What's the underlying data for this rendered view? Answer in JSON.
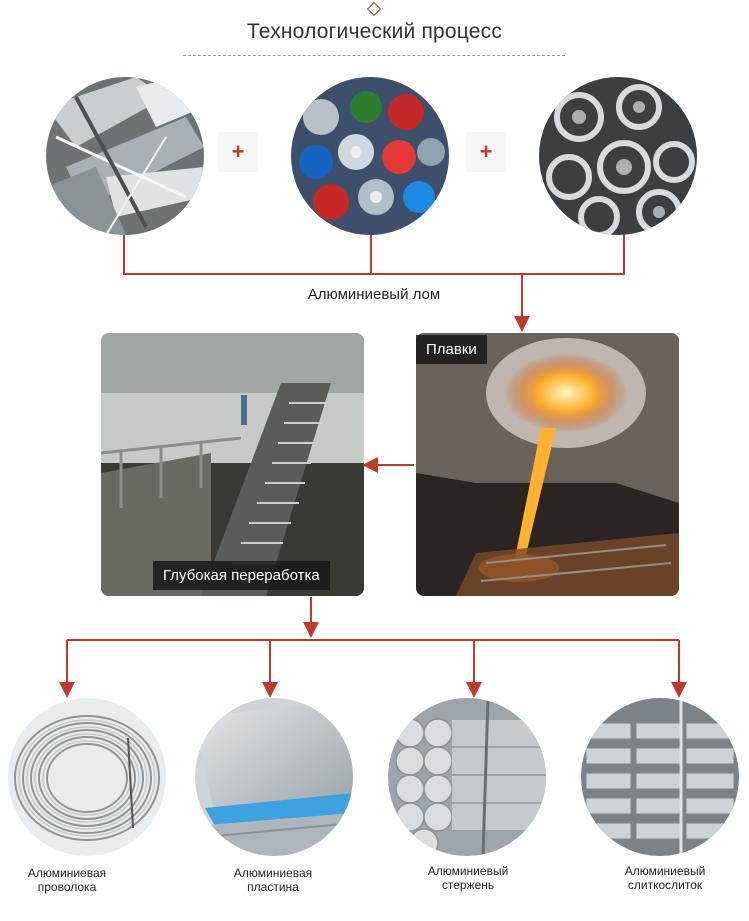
{
  "title": "Технологический процесс",
  "colors": {
    "accent": "#c0392b"
  },
  "scrap": {
    "plus_sign": "+",
    "caption": "Алюминиевый лом",
    "items": [
      {
        "icon": "aluminum-profile-scrap-image"
      },
      {
        "icon": "aluminum-cans-scrap-image"
      },
      {
        "icon": "aluminum-wheels-scrap-image"
      }
    ]
  },
  "stages": {
    "melting": "Плавки",
    "deep_processing": "Глубокая переработка"
  },
  "products": [
    {
      "line1": "Алюминиевая",
      "line2": "проволока",
      "icon": "aluminum-wire-coil-image"
    },
    {
      "line1": "Алюминиевая",
      "line2": "пластина",
      "icon": "aluminum-plate-image"
    },
    {
      "line1": "Алюминиевый",
      "line2": "стержень",
      "icon": "aluminum-rod-image"
    },
    {
      "line1": "Алюминиевый",
      "line2": "слиткослиток",
      "icon": "aluminum-ingot-image"
    }
  ]
}
